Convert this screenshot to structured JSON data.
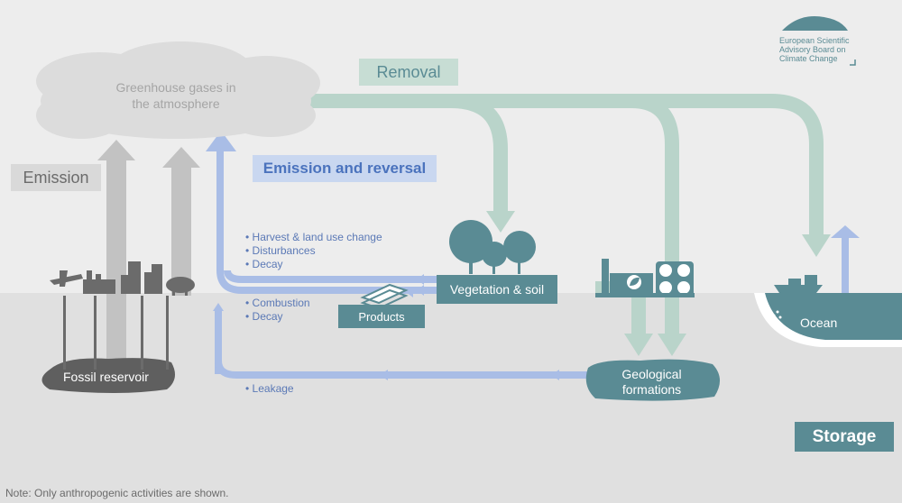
{
  "atmosphere": {
    "line1": "Greenhouse gases in",
    "line2": "the atmosphere"
  },
  "labels": {
    "removal": "Removal",
    "emission": "Emission",
    "emission_reversal": "Emission and reversal",
    "storage": "Storage"
  },
  "nodes": {
    "vegetation": "Vegetation & soil",
    "products": "Products",
    "fossil": "Fossil reservoir",
    "geo_line1": "Geological",
    "geo_line2": "formations",
    "ocean": "Ocean"
  },
  "flows": {
    "vegetation": [
      "Harvest & land use change",
      "Disturbances",
      "Decay"
    ],
    "products": [
      "Combustion",
      "Decay"
    ],
    "geological": [
      "Leakage"
    ]
  },
  "logo": {
    "line1": "European Scientific",
    "line2": "Advisory Board on",
    "line3": "Climate Change"
  },
  "note": "Note: Only anthropogenic activities are shown.",
  "colors": {
    "removal": "#b9d4ca",
    "emission_grey": "#c2c2c2",
    "reversal_blue": "#a9bde6",
    "teal": "#5a8b94",
    "dark_grey": "#616161",
    "blue_text": "#4b73bd"
  }
}
